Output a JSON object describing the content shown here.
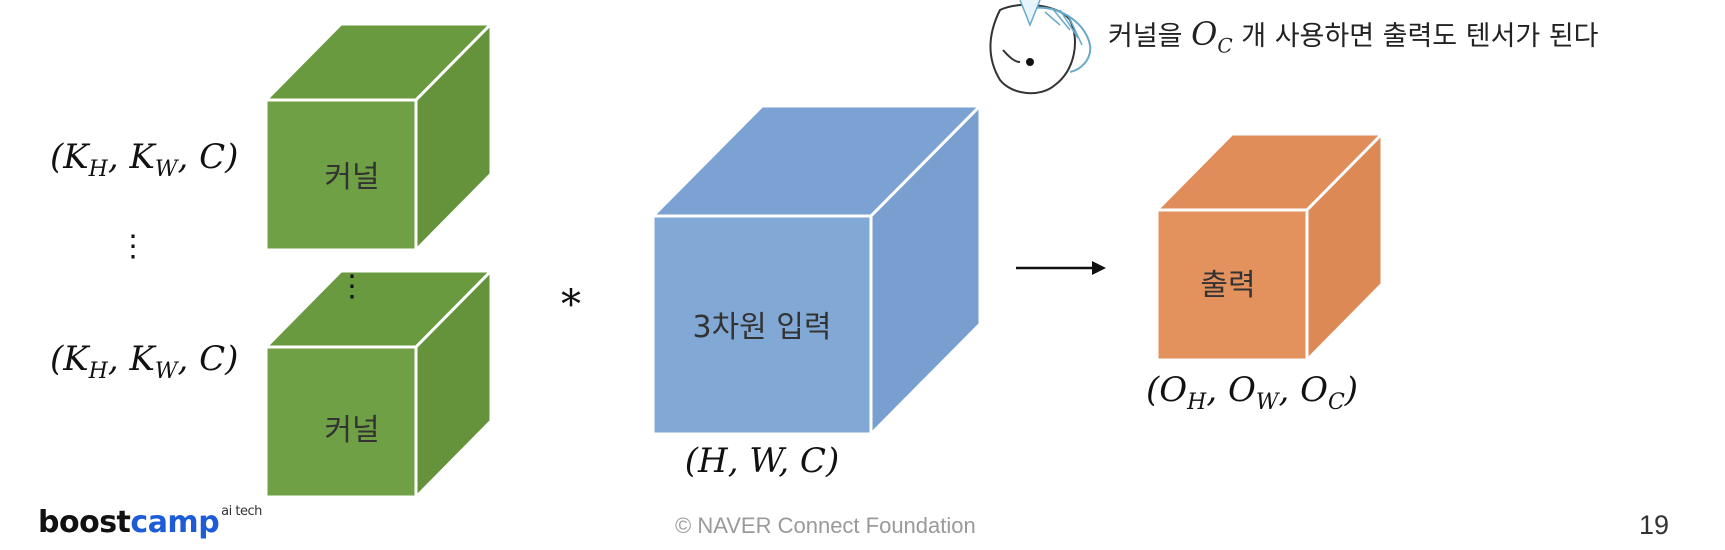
{
  "caption": {
    "before": "커널을",
    "symbol": "O",
    "symbol_sub": "C",
    "after": "개 사용하면 출력도 텐서가 된다"
  },
  "kernels": {
    "label": "커널",
    "dims": "(K_H, K_W, C)",
    "vertical_ellipsis": "⋮"
  },
  "operator": "*",
  "input": {
    "label": "3차원 입력",
    "dims": "(H, W, C)"
  },
  "output": {
    "label": "출력",
    "dims": "(O_H, O_W, O_C)"
  },
  "colors": {
    "kernel_front": "#70a045",
    "kernel_top": "#6a9a40",
    "kernel_side": "#64933c",
    "input_front": "#82a8d6",
    "input_top": "#7ba2d3",
    "input_side": "#789fcf",
    "output_front": "#e3925e",
    "output_top": "#e08d59",
    "output_side": "#dd8955",
    "brand_blue": "#1e5bd6"
  },
  "footer": {
    "logo_part1": "boost",
    "logo_part2": "camp",
    "logo_sup": "ai tech",
    "copyright": "© NAVER Connect Foundation",
    "page": "19"
  }
}
